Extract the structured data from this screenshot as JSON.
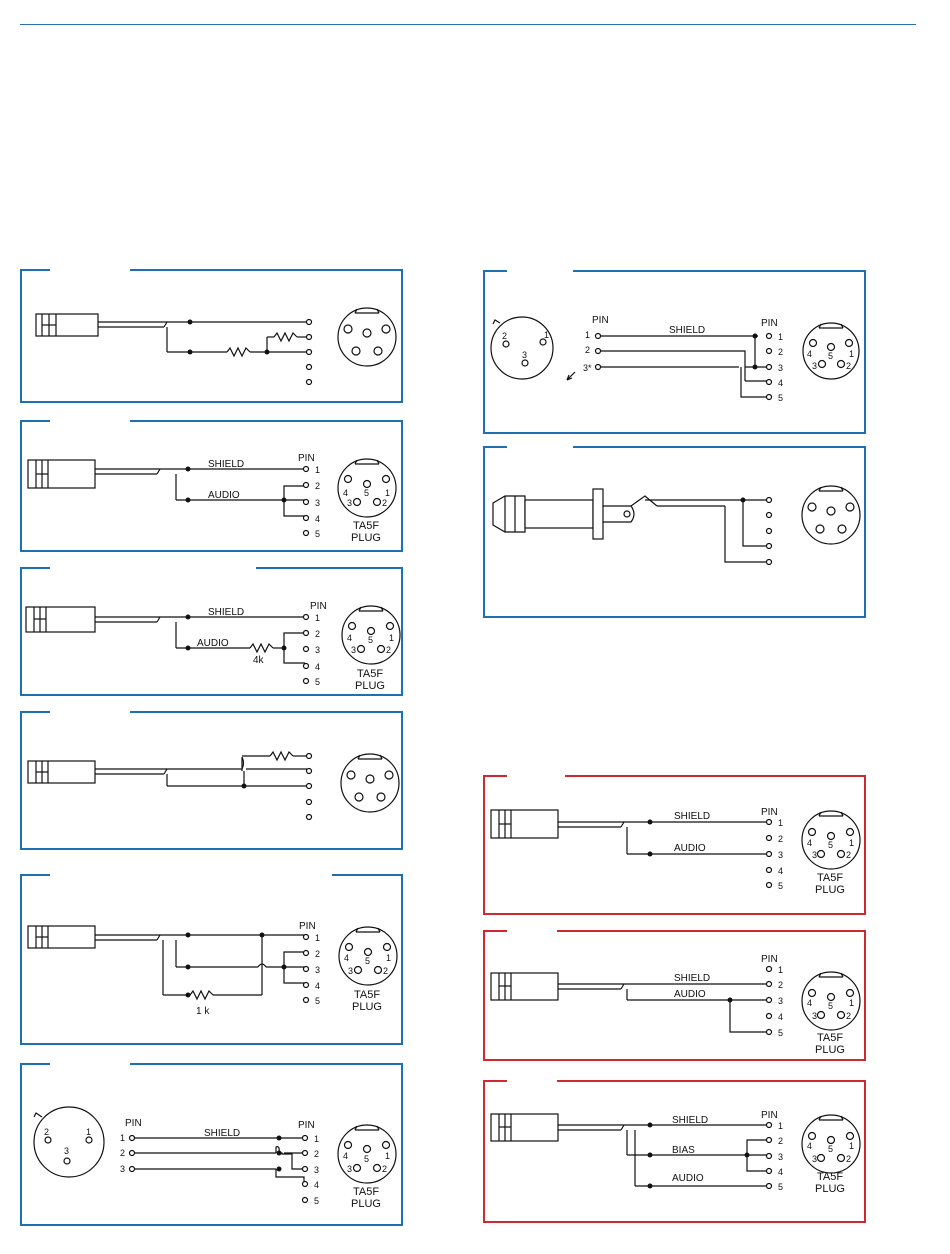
{
  "colors": {
    "blue_border": "#1f6fb3",
    "red_border": "#d22630",
    "line": "#111111"
  },
  "labels": {
    "pin": "PIN",
    "shield": "SHIELD",
    "audio": "AUDIO",
    "bias": "BIAS",
    "plug_line1": "TA5F",
    "plug_line2": "PLUG",
    "res_4k": "4k",
    "res_1k": "1 k",
    "pin_numbers": [
      "1",
      "2",
      "3",
      "4",
      "5"
    ],
    "pin_3_star": "3*",
    "xlr_pins": [
      "1",
      "2",
      "3"
    ],
    "ta5_pins": [
      "1",
      "2",
      "3",
      "4",
      "5"
    ]
  }
}
